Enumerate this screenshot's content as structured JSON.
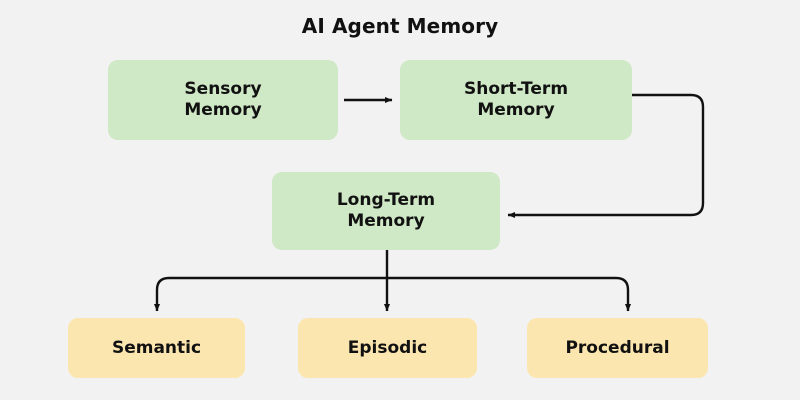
{
  "page": {
    "title": "AI Agent Memory",
    "background_color": "#f2f2f2"
  },
  "colors": {
    "background": "#f2f2f2",
    "node_primary": "#cfe8c5",
    "node_secondary": "#fce6b0",
    "text": "#111111",
    "connector": "#111111"
  },
  "nodes": [
    {
      "id": "sensory",
      "label": "Sensory\nMemory",
      "tier": "primary"
    },
    {
      "id": "short",
      "label": "Short-Term\nMemory",
      "tier": "primary"
    },
    {
      "id": "long",
      "label": "Long-Term\nMemory",
      "tier": "primary"
    },
    {
      "id": "semantic",
      "label": "Semantic",
      "tier": "secondary"
    },
    {
      "id": "episodic",
      "label": "Episodic",
      "tier": "secondary"
    },
    {
      "id": "procedural",
      "label": "Procedural",
      "tier": "secondary"
    }
  ],
  "edges": [
    {
      "id": "sensory-to-short",
      "from": "sensory",
      "to": "short",
      "style": "straight"
    },
    {
      "id": "short-to-long",
      "from": "short",
      "to": "long",
      "style": "elbow"
    },
    {
      "id": "long-to-semantic",
      "from": "long",
      "to": "semantic",
      "style": "branch"
    },
    {
      "id": "long-to-episodic",
      "from": "long",
      "to": "episodic",
      "style": "branch"
    },
    {
      "id": "long-to-procedural",
      "from": "long",
      "to": "procedural",
      "style": "branch"
    }
  ]
}
